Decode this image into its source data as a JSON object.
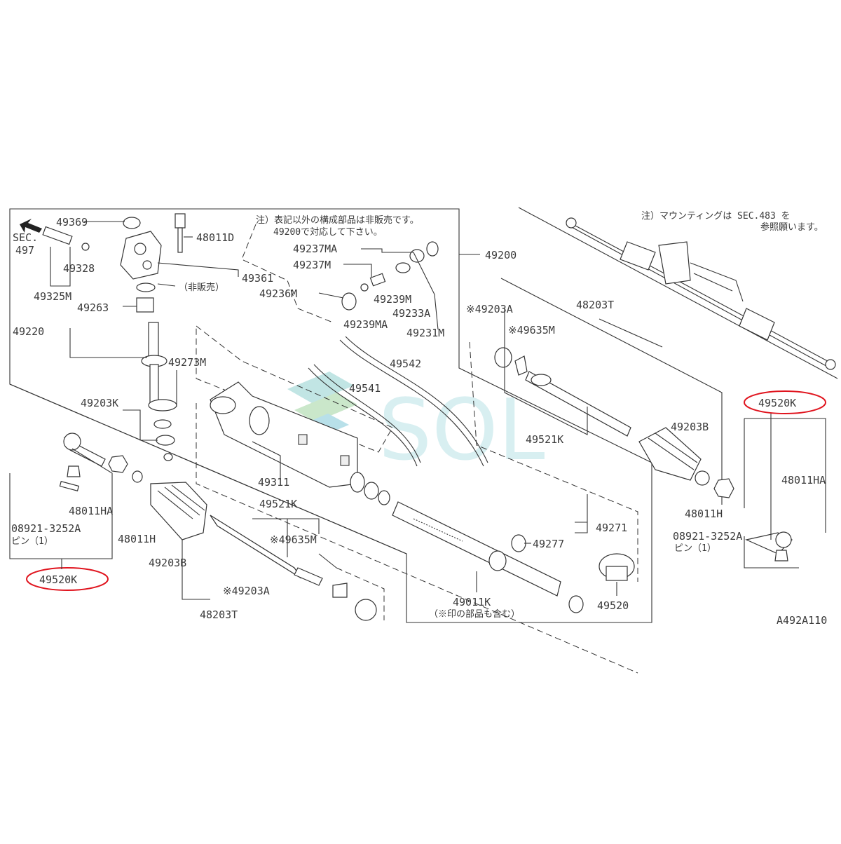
{
  "watermark": {
    "text": "SOL",
    "color": "#9fd6dc"
  },
  "colors": {
    "highlight": "#e0141e",
    "line": "#333333"
  },
  "notes": {
    "main_note_1": "注）表記以外の構成部品は非販売です。",
    "main_note_2": "49200で対応して下さい。",
    "mount_note_1": "注）マウンティングは SEC.483 を",
    "mount_note_2": "参照願います。"
  },
  "sec_ref": {
    "line1": "SEC.",
    "line2": "497"
  },
  "labels": {
    "p49369": "49369",
    "p48011D": "48011D",
    "p49328": "49328",
    "p49361": "49361",
    "not_sold": "（非販売）",
    "p49325M": "49325M",
    "p49263": "49263",
    "p49220": "49220",
    "p49273M": "49273M",
    "p49203K": "49203K",
    "p49237MA": "49237MA",
    "p49237M": "49237M",
    "p49236M": "49236M",
    "p49239M": "49239M",
    "p49239MA": "49239MA",
    "p49233A": "49233A",
    "p49231M": "49231M",
    "p49200": "49200",
    "p49203A_r": "※49203A",
    "p49635M_r": "※49635M",
    "p48203T_r": "48203T",
    "p49542": "49542",
    "p49541": "49541",
    "p49521K_r": "49521K",
    "p49203B_r": "49203B",
    "p48011H_r": "48011H",
    "p49311": "49311",
    "p49521K_l": "49521K",
    "p49635M_l": "※49635M",
    "p49271": "49271",
    "p49277": "49277",
    "p48011HA_l": "48011HA",
    "p08921_l": "08921-3252A",
    "pin_l": "ピン（1）",
    "p48011H_l": "48011H",
    "p49203B_l": "49203B",
    "p49520K_l": "49520K",
    "p49203A_l": "※49203A",
    "p48203T_l": "48203T",
    "p49011K": "49011K",
    "p49011K_note": "（※印の部品も含む）",
    "p49520": "49520",
    "p49520K_r": "49520K",
    "p48011HA_r": "48011HA",
    "p08921_r": "08921-3252A",
    "pin_r": "ピン（1）",
    "fig_code": "A492A110"
  }
}
